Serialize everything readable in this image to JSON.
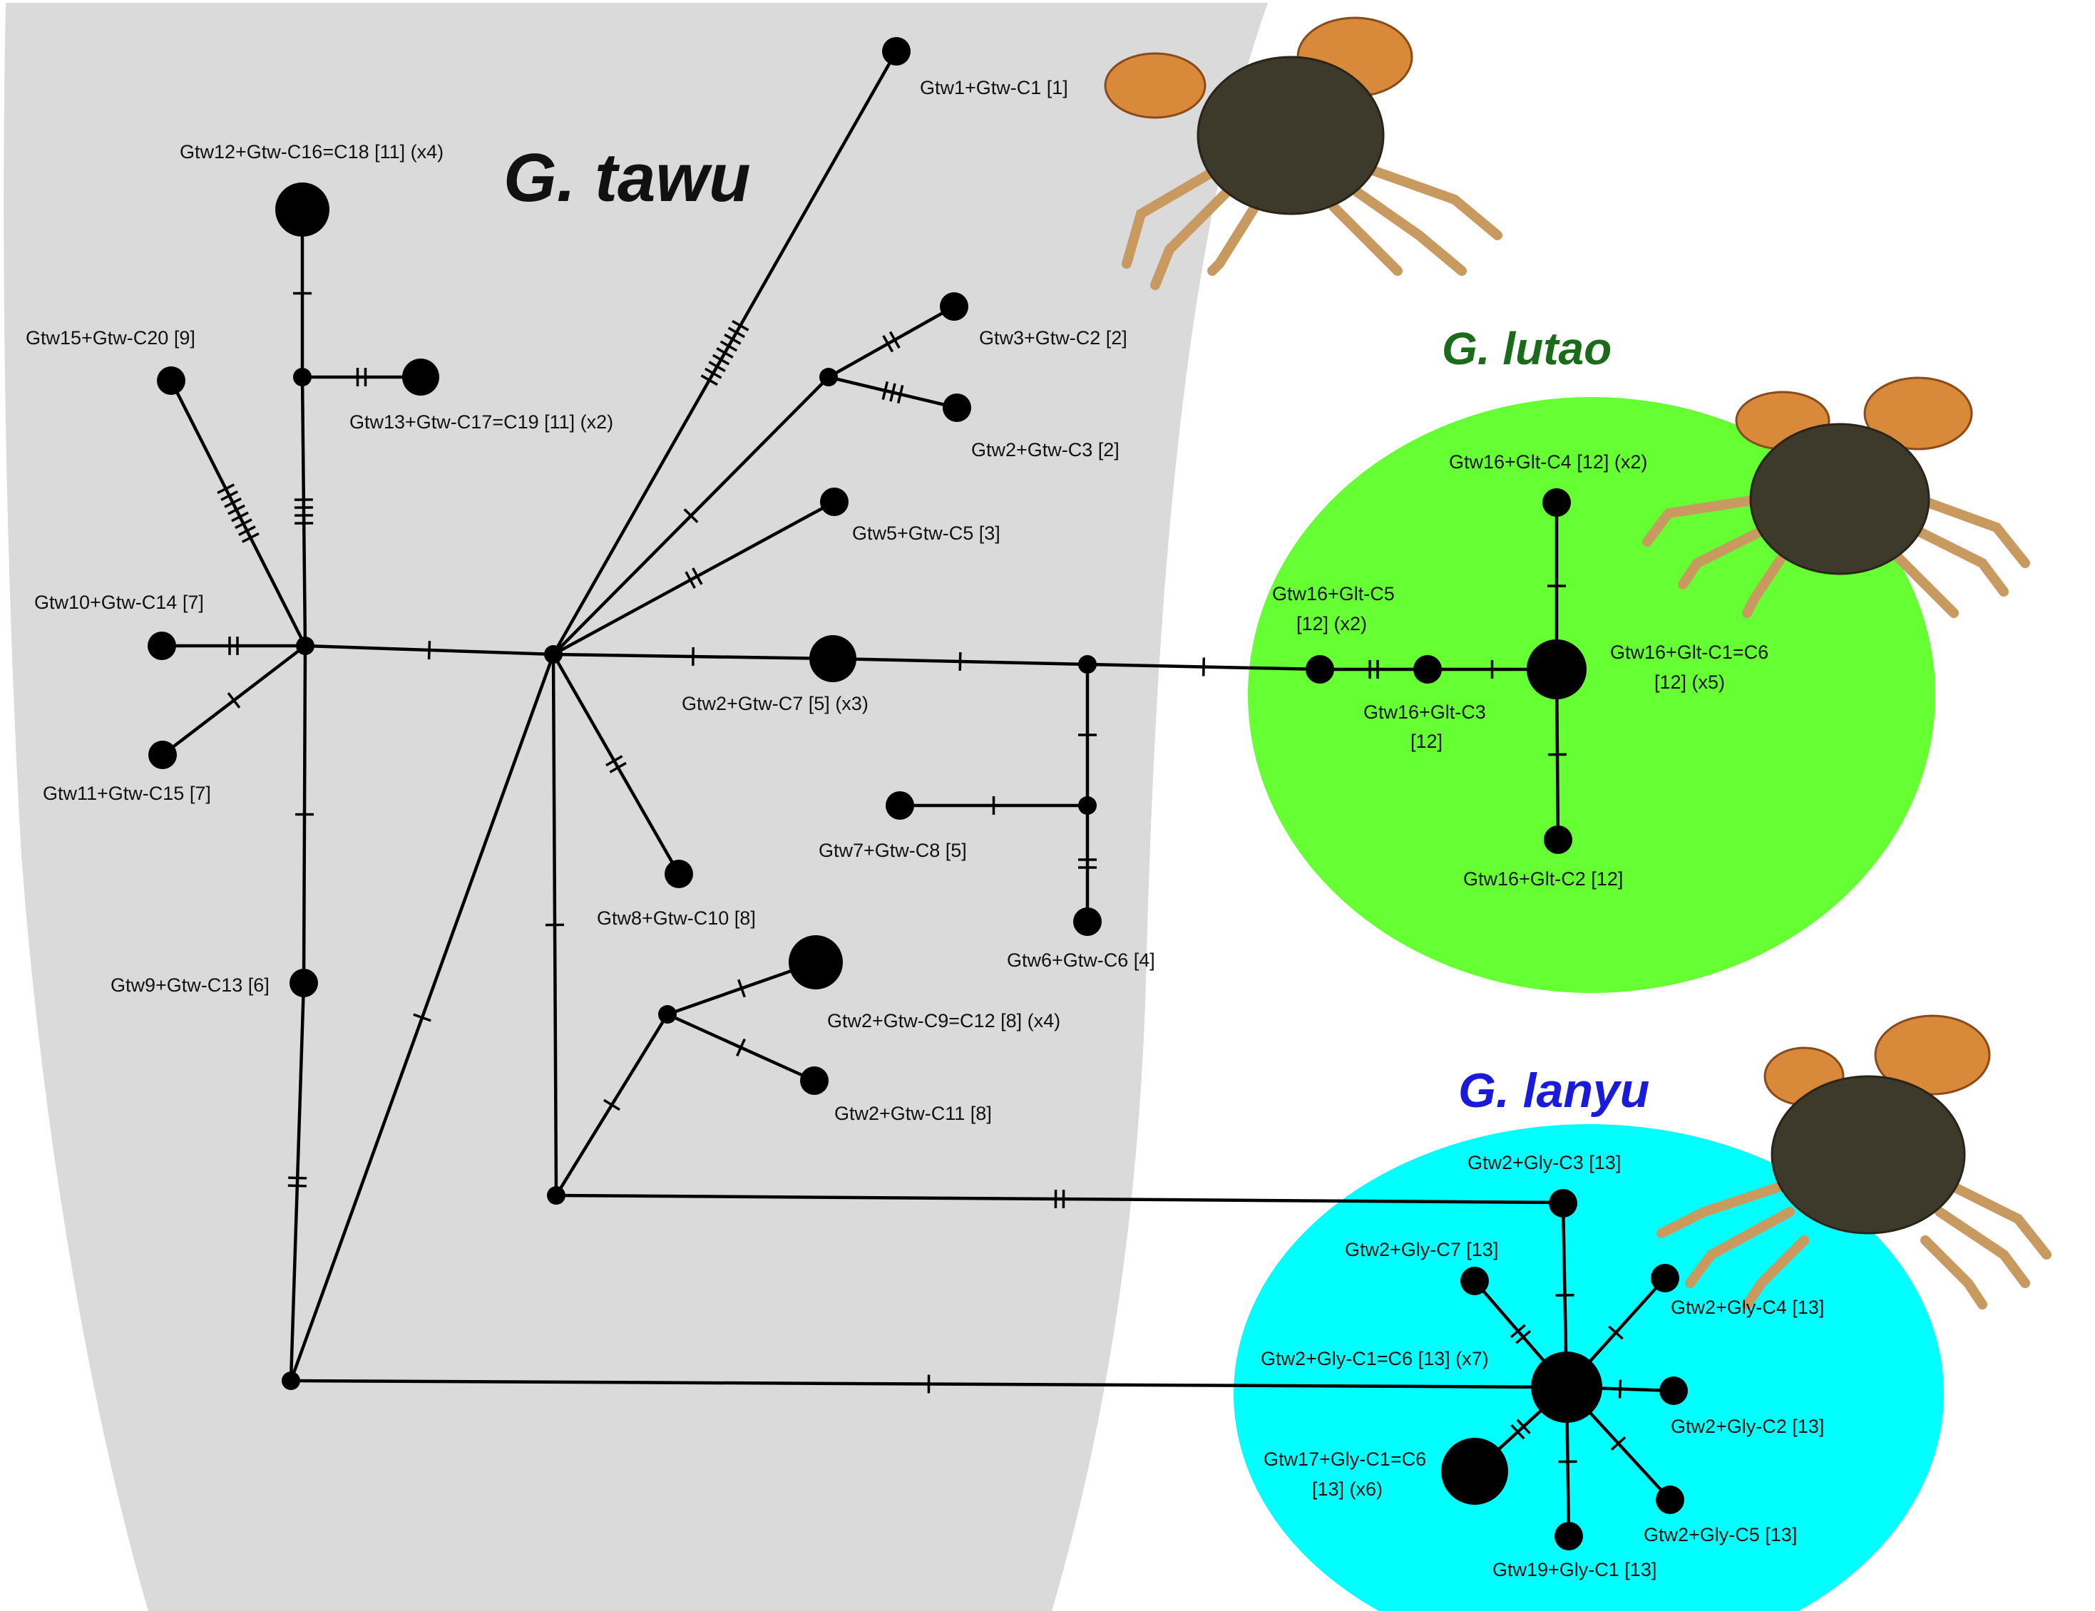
{
  "titles": {
    "tawu": "G. tawu",
    "lutao": "G. lutao",
    "lanyu": "G. lanyu"
  },
  "colors": {
    "tawu_region": "#dadada",
    "lutao_region": "#66ff33",
    "lanyu_region": "#00ffff",
    "lutao_title": "#1a6b1a",
    "lanyu_title": "#1a1adb",
    "tawu_title": "#111111",
    "network": "#000000"
  },
  "haplotypes": {
    "gtw1_c1": "Gtw1+Gtw-C1 [1]",
    "gtw12_c16": "Gtw12+Gtw-C16=C18 [11] (x4)",
    "gtw15_c20": "Gtw15+Gtw-C20 [9]",
    "gtw13_c17": "Gtw13+Gtw-C17=C19 [11] (x2)",
    "gtw3_c2": "Gtw3+Gtw-C2 [2]",
    "gtw2_c3": "Gtw2+Gtw-C3 [2]",
    "gtw5_c5": "Gtw5+Gtw-C5 [3]",
    "gtw10_c14": "Gtw10+Gtw-C14 [7]",
    "gtw11_c15": "Gtw11+Gtw-C15 [7]",
    "gtw2_c7": "Gtw2+Gtw-C7 [5] (x3)",
    "gtw7_c8": "Gtw7+Gtw-C8 [5]",
    "gtw8_c10": "Gtw8+Gtw-C10 [8]",
    "gtw6_c6": "Gtw6+Gtw-C6 [4]",
    "gtw9_c13": "Gtw9+Gtw-C13 [6]",
    "gtw2_c9": "Gtw2+Gtw-C9=C12 [8] (x4)",
    "gtw2_c11": "Gtw2+Gtw-C11 [8]",
    "glt_c4": "Gtw16+Glt-C4 [12] (x2)",
    "glt_c5_line1": "Gtw16+Glt-C5",
    "glt_c5_line2": "[12] (x2)",
    "glt_c3_line1": "Gtw16+Glt-C3",
    "glt_c3_line2": "[12]",
    "glt_c1_line1": "Gtw16+Glt-C1=C6",
    "glt_c1_line2": "[12] (x5)",
    "glt_c2": "Gtw16+Glt-C2 [12]",
    "gly_c3": "Gtw2+Gly-C3 [13]",
    "gly_c7": "Gtw2+Gly-C7 [13]",
    "gly_c4": "Gtw2+Gly-C4 [13]",
    "gly_c1": "Gtw2+Gly-C1=C6 [13] (x7)",
    "gly_c2": "Gtw2+Gly-C2 [13]",
    "gtw17_line1": "Gtw17+Gly-C1=C6",
    "gtw17_line2": "[13] (x6)",
    "gly_c5": "Gtw2+Gly-C5 [13]",
    "gtw19_c1": "Gtw19+Gly-C1 [13]"
  }
}
